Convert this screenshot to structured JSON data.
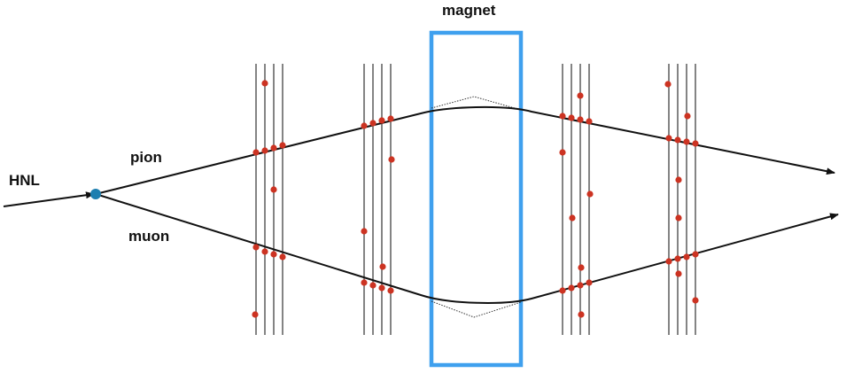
{
  "labels": {
    "magnet": "magnet",
    "hnl": "HNL",
    "pion": "pion",
    "muon": "muon"
  },
  "colors": {
    "hit": "#cc3322",
    "vertex": "#1e7fb0",
    "magnet": "#3fa0ee",
    "track": "#111111",
    "layer": "#666666"
  }
}
